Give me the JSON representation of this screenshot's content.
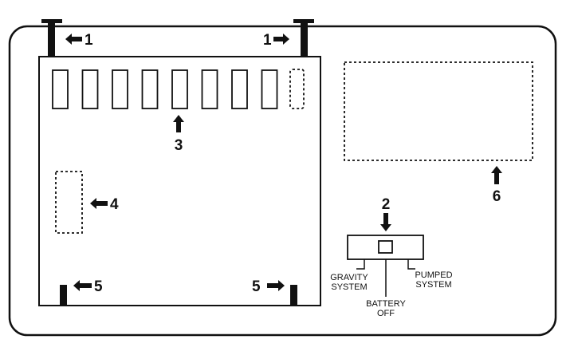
{
  "callouts": {
    "c1_left": "1",
    "c1_right": "1",
    "c2": "2",
    "c3": "3",
    "c4": "4",
    "c5_left": "5",
    "c5_right": "5",
    "c6": "6"
  },
  "switch_labels": {
    "gravity_line1": "GRAVITY",
    "gravity_line2": "SYSTEM",
    "battery_line1": "BATTERY",
    "battery_line2": "OFF",
    "pumped_line1": "PUMPED",
    "pumped_line2": "SYSTEM"
  },
  "slot_count": 8
}
